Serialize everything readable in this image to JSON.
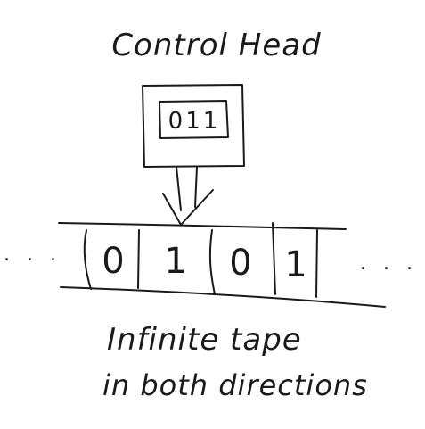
{
  "diagram": {
    "title": "Control Head",
    "register": "011",
    "tape_cells": [
      "0",
      "1",
      "0",
      "1"
    ],
    "ellipsis_left": ". . .",
    "ellipsis_right": ". . .",
    "caption_line1": "Infinite tape",
    "caption_line2": "in both directions"
  }
}
